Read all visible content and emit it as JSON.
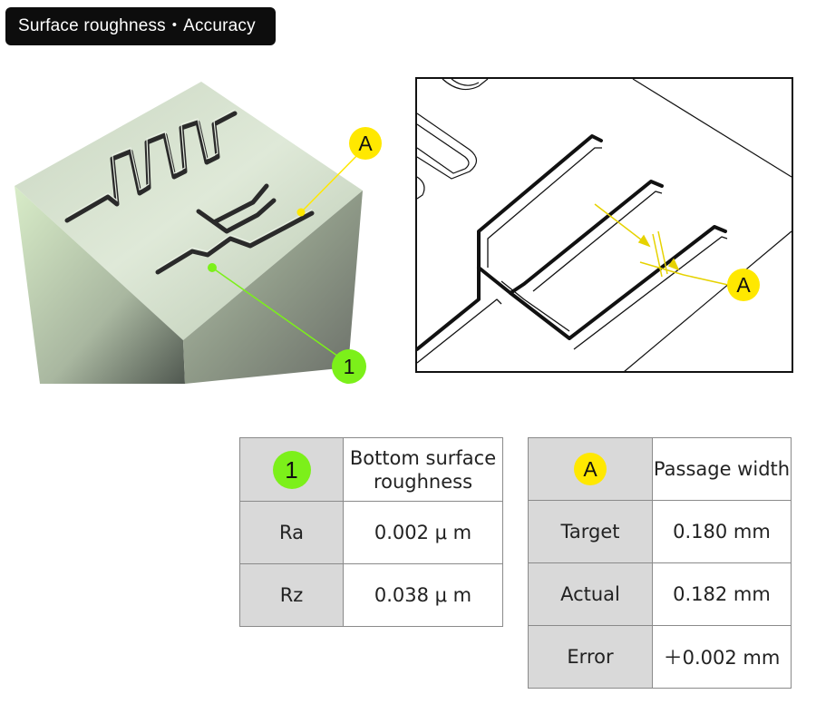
{
  "title": "Surface roughness・Accuracy",
  "markers": {
    "one": "1",
    "a": "A"
  },
  "colors": {
    "marker_one": "#7cf01a",
    "marker_a": "#ffe800",
    "title_bg": "#0d0d0d",
    "header_cell": "#d9d9d9"
  },
  "roughness_table": {
    "marker": "1",
    "header": "Bottom surface roughness",
    "rows": [
      {
        "label": "Ra",
        "value": "0.002 μ m"
      },
      {
        "label": "Rz",
        "value": "0.038 μ m"
      }
    ]
  },
  "width_table": {
    "marker": "A",
    "header": "Passage width",
    "rows": [
      {
        "label": "Target",
        "value": "0.180 mm"
      },
      {
        "label": "Actual",
        "value": "0.182 mm"
      },
      {
        "label": "Error",
        "value": "＋0.002 mm"
      }
    ]
  }
}
